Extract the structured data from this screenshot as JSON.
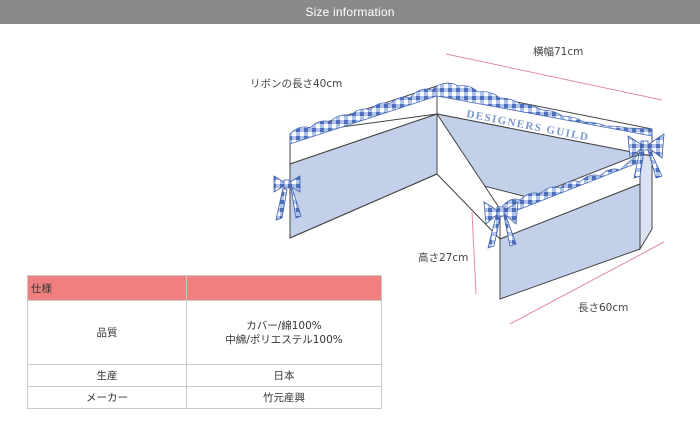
{
  "header": {
    "title": "Size information"
  },
  "diagram": {
    "brand_text": "DESIGNERS GUILD",
    "labels": {
      "ribbon": "リボンの長さ40cm",
      "width": "横幅71cm",
      "height": "高さ27cm",
      "length": "長さ60cm"
    },
    "colors": {
      "panel_blue": "#c3d0e9",
      "outline": "#444444",
      "gingham": "#6f8fd0",
      "dimension_line": "#e08aa8"
    }
  },
  "spec_table": {
    "title": "仕様",
    "rows": [
      {
        "label": "品質",
        "value_lines": [
          "カバー/綿100%",
          "中綿/ポリエステル100%"
        ]
      },
      {
        "label": "生産",
        "value_lines": [
          "日本"
        ]
      },
      {
        "label": "メーカー",
        "value_lines": [
          "竹元産興"
        ]
      }
    ],
    "header_color": "#f08080"
  }
}
